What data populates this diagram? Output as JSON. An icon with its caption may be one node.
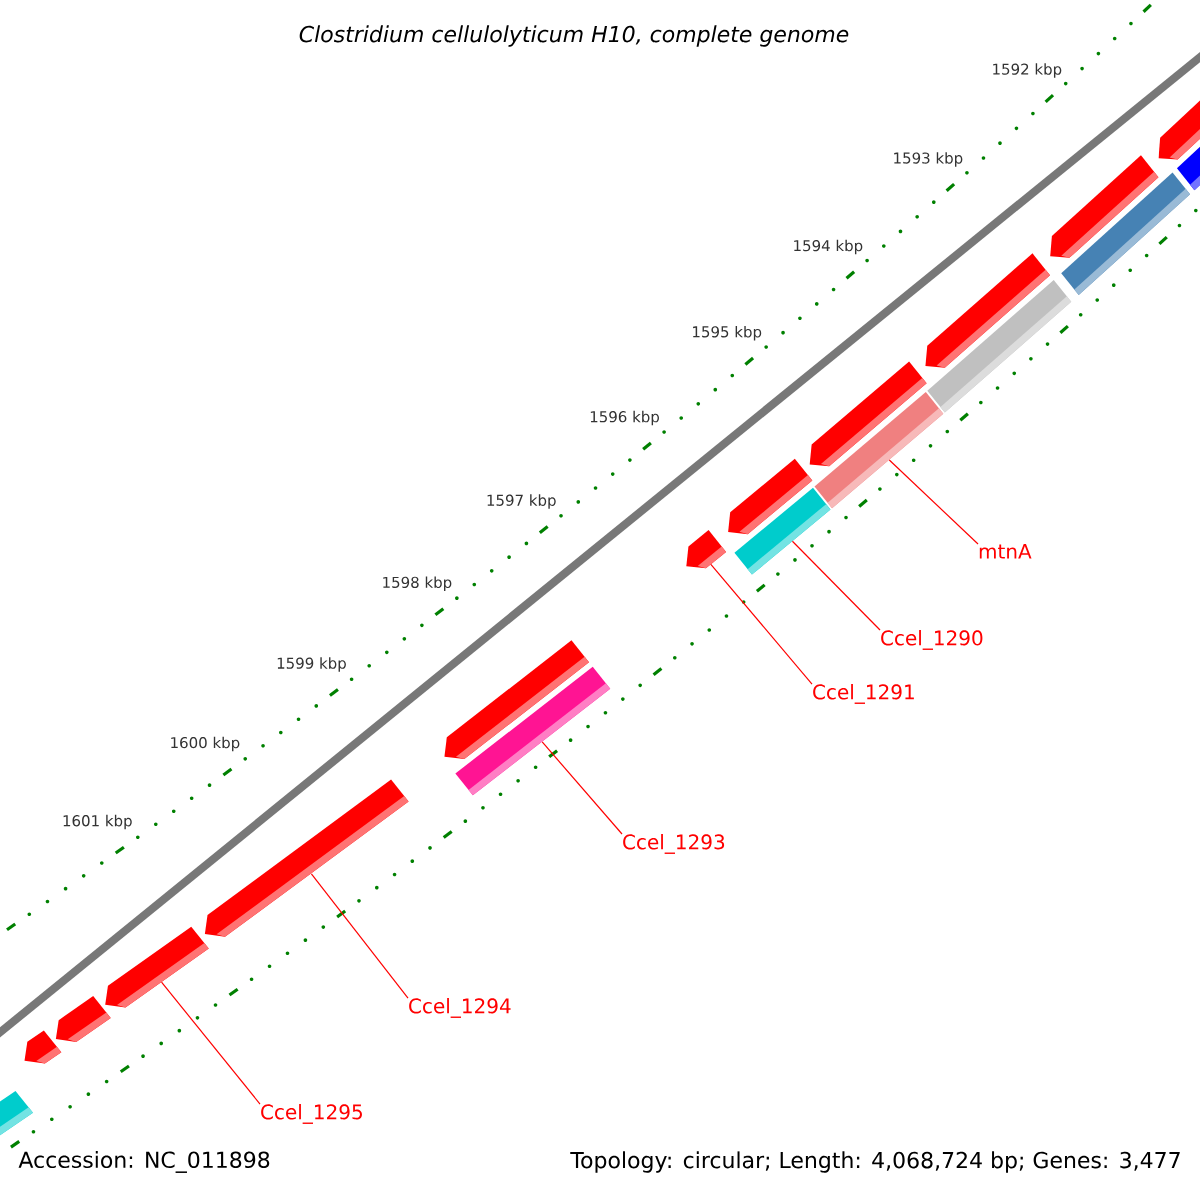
{
  "diagram": {
    "title": "Clostridium cellulolyticum H10, complete genome",
    "nodes": [
      {
        "text": [],
        "shape": "bar"
      },
      {
        "text": [],
        "shape": "bar"
      },
      {
        "text": [],
        "shape": "bar"
      },
      {
        "text": [],
        "shape": "bar"
      },
      {
        "text": [],
        "shape": "bar"
      },
      {
        "text": [],
        "shape": "bar"
      },
      {
        "text": [],
        "shape": "bar"
      },
      {
        "text": [],
        "shape": "bar"
      },
      {
        "text": [],
        "shape": "bar"
      },
      {
        "text": [],
        "shape": "bar"
      },
      {
        "text": [],
        "shape": "bar"
      },
      {
        "text": [],
        "shape": "bar"
      },
      {
        "text": [],
        "shape": "bar"
      },
      {
        "text": [],
        "shape": "bar"
      },
      {
        "text": [],
        "shape": "bar"
      },
      {
        "text": [],
        "shape": "bar"
      },
      {
        "text": [],
        "shape": "bar"
      },
      {
        "text": [],
        "shape": "bar"
      },
      {
        "text": [
          "mtnA"
        ]
      },
      {
        "text": [
          "Ccel_1290"
        ]
      },
      {
        "text": [
          "Ccel_1291"
        ]
      },
      {
        "text": [
          "Ccel_1293"
        ]
      },
      {
        "text": [
          "Ccel_1294"
        ]
      },
      {
        "text": [
          "Ccel_1295"
        ]
      }
    ],
    "edges": [
      {
        "from": 18,
        "to": 14,
        "arrow": "none"
      },
      {
        "from": 19,
        "to": 15,
        "arrow": "none"
      },
      {
        "from": 20,
        "to": 5,
        "arrow": "none"
      },
      {
        "from": 21,
        "to": 16,
        "arrow": "none"
      },
      {
        "from": 22,
        "to": 7,
        "arrow": "none"
      },
      {
        "from": 23,
        "to": 8,
        "arrow": "none"
      }
    ],
    "labels": [
      "1592 kbp",
      "1593 kbp",
      "1594 kbp",
      "1595 kbp",
      "1596 kbp",
      "1597 kbp",
      "1598 kbp",
      "1599 kbp",
      "1600 kbp",
      "1601 kbp",
      "Accession: NC_011898",
      "Topology: circular; Length: 4,068,724 bp; Genes: 3,477"
    ]
  }
}
